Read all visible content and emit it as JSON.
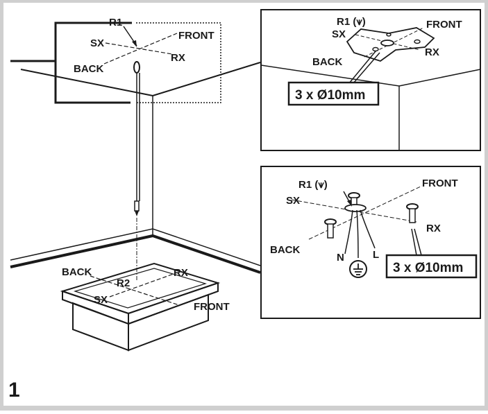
{
  "figure_number": "1",
  "main": {
    "ceiling_point": "R1",
    "floor_point": "R2",
    "ceiling_dirs": {
      "left": "SX",
      "right": "RX",
      "back": "BACK",
      "front": "FRONT"
    },
    "floor_dirs": {
      "left": "SX",
      "right": "RX",
      "back": "BACK",
      "front": "FRONT"
    }
  },
  "detail_ceiling": {
    "point": "R1 (⩛)",
    "dirs": {
      "left": "SX",
      "right": "RX",
      "back": "BACK",
      "front": "FRONT"
    },
    "holes": "3 x Ø10mm"
  },
  "detail_wiring": {
    "point": "R1 (⩛)",
    "dirs": {
      "left": "SX",
      "right": "RX",
      "back": "BACK",
      "front": "FRONT"
    },
    "wires": {
      "neutral": "N",
      "live": "L"
    },
    "earth_symbol": "ground-icon",
    "holes": "3 x Ø10mm"
  },
  "colors": {
    "frame": "#cfcfcf",
    "ink": "#1a1a1a",
    "panel": "#ffffff"
  }
}
